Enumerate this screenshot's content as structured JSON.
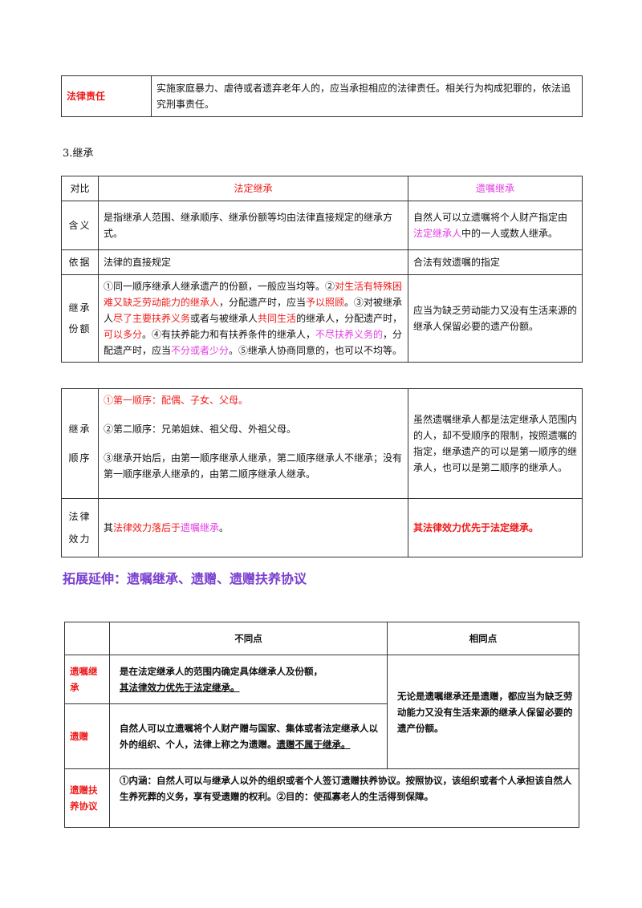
{
  "duty_table": {
    "label": "法律责任",
    "content": "实施家庭暴力、虐待或者遗弃老年人的，应当承担相应的法律责任。相关行为构成犯罪的，依法追究刑事责任。"
  },
  "section3": {
    "title": "3.继承"
  },
  "inherit_table": {
    "header": {
      "compare": "对比",
      "legal": "法定继承",
      "will": "遗嘱继承"
    },
    "meaning": {
      "label": "含义",
      "legal": "是指继承人范围、继承顺序、继承份额等均由法律直接规定的继承方式。",
      "will_a": "自然人可以立遗嘱将个人财产指定由",
      "will_b": "法定继承人",
      "will_c": "中的一人或数人继承。"
    },
    "basis": {
      "label": "依据",
      "legal": "法律的直接规定",
      "will": "合法有效遗嘱的指定"
    },
    "share": {
      "label_1": "继承",
      "label_2": "份额",
      "p1": "①同一顺序继承人继承遗产的份额，一般应当均等。②",
      "p2": "对生活有特殊困难又缺乏劳动能力的继承人",
      "p3": "，分配遗产时，应当",
      "p4": "予以照顾",
      "p5": "。③对被继承人",
      "p6": "尽了主要扶养义务",
      "p7": "或者与被继承人",
      "p8": "共同生活",
      "p9": "的继承人，分配遗产时，",
      "p10": "可以多分",
      "p11": "。④有扶养能力和有扶养条件的继承人，",
      "p12": "不尽扶养义务的",
      "p13": "，分配遗产时，应当",
      "p14": "不分或者少分",
      "p15": "。⑤继承人协商同意的，也可以不均等。",
      "will": "应当为缺乏劳动能力又没有生活来源的继承人保留必要的遗产份额。"
    }
  },
  "order_table": {
    "order": {
      "label_1": "继承",
      "label_2": "顺序",
      "first": "①第一顺序：配偶、子女、父母。",
      "second": "②第二顺序：兄弟姐妹、祖父母、外祖父母。",
      "third": "③继承开始后，由第一顺序继承人继承，第二顺序继承人不继承；没有第一顺序继承人继承的，由第二顺序继承人继承。",
      "will": "虽然遗嘱继承人都是法定继承人范围内的人，却不受顺序的限制，按照遗嘱的指定，继承遗产的可以是第一顺序的继承人，也可以是第二顺序的继承人。"
    },
    "effect": {
      "label_1": "法律",
      "label_2": "效力",
      "legal_a": "其",
      "legal_b": "法律效力落后于",
      "legal_c": "遗嘱继承",
      "legal_d": "。",
      "will": "其法律效力优先于法定继承。"
    }
  },
  "extension": {
    "heading": "拓展延伸：遗嘱继承、遗赠、遗赠扶养协议",
    "header": {
      "diff": "不同点",
      "same": "相同点"
    },
    "will": {
      "label": "遗嘱继承",
      "diff_a": "是在法定继承人的范围内确定具体继承人及份额，",
      "diff_b": "其法律效力优先于法定继承。"
    },
    "same": "无论是遗嘱继承还是遗赠，都应当为缺乏劳动能力又没有生活来源的继承人保留必要的遗产份额。",
    "bequest": {
      "label": "遗赠",
      "diff_a": "自然人可以立遗嘱将个人财产赠与国家、集体或者法定继承人以外的组织、个人，法律上称之为遗赠。",
      "diff_b": "遗赠不属于继承。"
    },
    "agreement": {
      "label": "遗赠扶养协议",
      "content": "①内涵：自然人可以与继承人以外的组织或者个人签订遗赠扶养协议。按照协议，该组织或者个人承担该自然人生养死葬的义务，享有受遗赠的权利。②目的：使孤寡老人的生活得到保障。"
    }
  }
}
